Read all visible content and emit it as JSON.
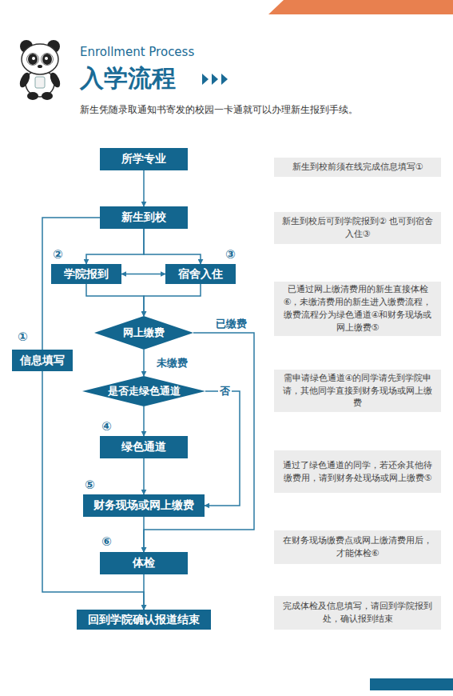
{
  "diagram": {
    "title": "入学流程",
    "caption": "新生凭随录取通知书寄发的校园一卡通就可以办理新生报到手续。",
    "nodes": [
      {
        "text": [
          "所学专业"
        ]
      },
      {
        "text": [
          "新生到校"
        ]
      },
      {
        "text": [
          "学院报到"
        ]
      },
      {
        "text": [
          "宿舍入住"
        ]
      },
      {
        "text": [
          "网上缴费"
        ]
      },
      {
        "text": [
          "信息填写"
        ]
      },
      {
        "text": [
          "是否走绿色通道"
        ]
      },
      {
        "text": [
          "绿色通道"
        ]
      },
      {
        "text": [
          "财务现场或网上缴费"
        ]
      },
      {
        "text": [
          "体检"
        ]
      },
      {
        "text": [
          "回到学院确认报道结束"
        ]
      },
      {
        "text": [
          "新生到校前须在线完成信息填写①"
        ]
      },
      {
        "text": [
          "新生到校后可到学院报到② 也可到宿舍入住③"
        ]
      },
      {
        "text": [
          "已通过网上缴清费用的新生直接体检⑥，未缴清费用的新生进入缴费流程，缴费流程分为绿色通道④和财务现场或网上缴费⑤"
        ]
      },
      {
        "text": [
          "需申请绿色通道④的同学请先到学院申请，其他同学直接到财务现场或网上缴费"
        ]
      },
      {
        "text": [
          "通过了绿色通道的同学，若还余其他待缴费用，请到财务处现场或网上缴费⑤"
        ]
      },
      {
        "text": [
          "在财务现场缴费点或网上缴清费用后，才能体检⑥"
        ]
      },
      {
        "text": [
          "完成体检及信息填写，请回到学院报到处，确认报到结束"
        ]
      }
    ],
    "edges": [
      {
        "from": 0,
        "to": 1,
        "arrow": "to"
      },
      {
        "from": 1,
        "to": 5,
        "arrow": "none"
      },
      {
        "from": 5,
        "to": 10,
        "arrow": "to"
      },
      {
        "from": 1,
        "to": 2,
        "arrow": "to"
      },
      {
        "from": 1,
        "to": 3,
        "arrow": "to"
      },
      {
        "from": 2,
        "to": 3,
        "arrow": "both"
      },
      {
        "from": 2,
        "to": 4,
        "arrow": "to"
      },
      {
        "from": 3,
        "to": 4,
        "arrow": "to"
      },
      {
        "from": 4,
        "to": 6,
        "label": "未缴费",
        "arrow": "to"
      },
      {
        "from": 4,
        "to": 9,
        "label": "已缴费",
        "arrow": "to"
      },
      {
        "from": 6,
        "to": 7,
        "arrow": "to"
      },
      {
        "from": 6,
        "to": 8,
        "label": "否",
        "arrow": "to"
      },
      {
        "from": 7,
        "to": 8,
        "arrow": "to"
      },
      {
        "from": 8,
        "to": 9,
        "arrow": "to"
      },
      {
        "from": 9,
        "to": 10,
        "arrow": "to"
      }
    ],
    "labels": [
      "Enrollment Process",
      "①",
      "②",
      "③",
      "④",
      "⑤",
      "⑥"
    ]
  }
}
